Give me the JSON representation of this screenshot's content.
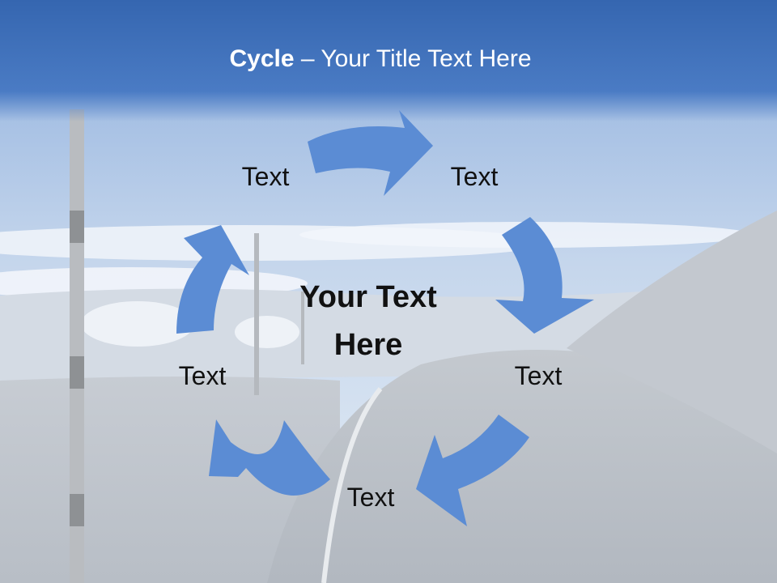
{
  "colors": {
    "title_band": "#3d6fb8",
    "arrow_fill": "#5b8cd4",
    "text": "#111111",
    "title_text": "#ffffff"
  },
  "title": {
    "bold_part": "Cycle",
    "rest_part": " – Your Title Text Here"
  },
  "center_text": {
    "line1": "Your Text",
    "line2": "Here"
  },
  "cycle_labels": [
    "Text",
    "Text",
    "Text",
    "Text",
    "Text"
  ]
}
